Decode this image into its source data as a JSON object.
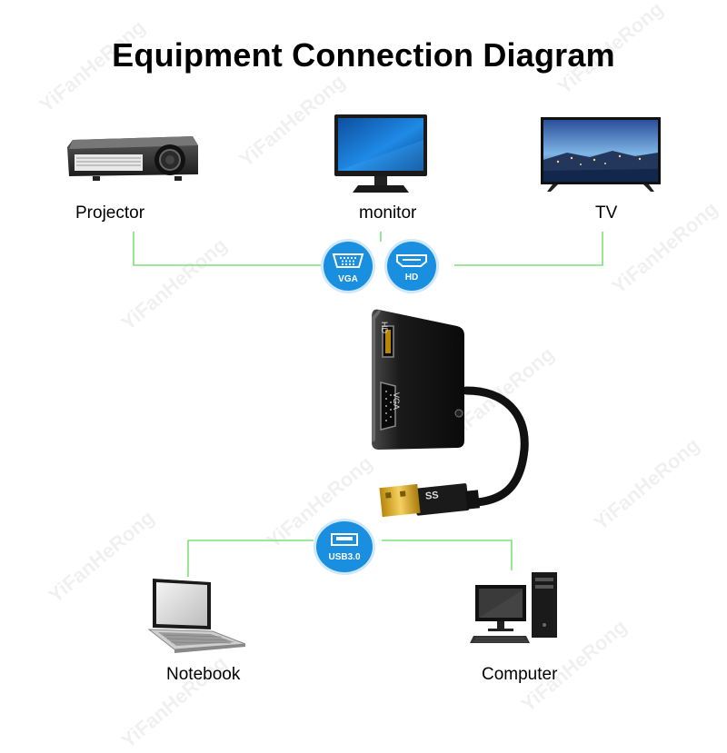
{
  "title": "Equipment Connection Diagram",
  "devices": {
    "projector": "Projector",
    "monitor": "monitor",
    "tv": "TV",
    "notebook": "Notebook",
    "computer": "Computer"
  },
  "ports": {
    "vga": "VGA",
    "hdmi": "HD",
    "usb": "USB3.0"
  },
  "adapter": {
    "hd_label": "HD",
    "vga_label": "VGA",
    "ss_label": "SS"
  },
  "watermark": "YiFanHeRong",
  "colors": {
    "connector_line": "#7fe07a",
    "badge": "#1a8fe0"
  }
}
